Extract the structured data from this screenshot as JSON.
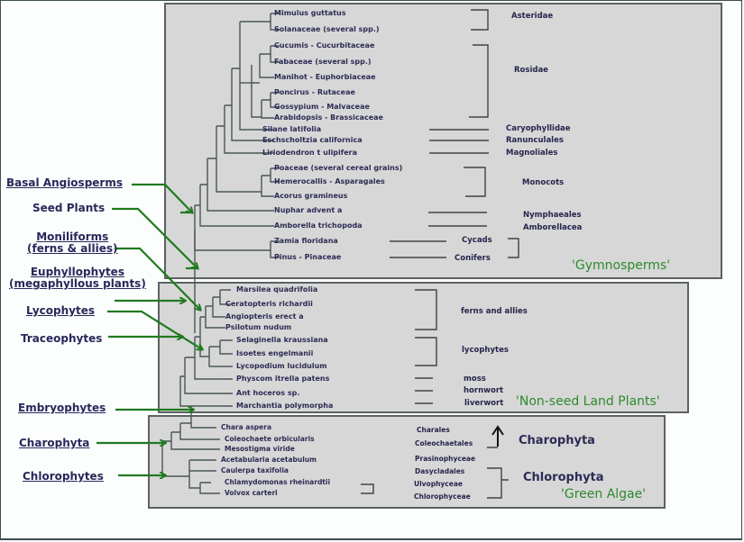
{
  "diagram": {
    "type": "phylogenetic-tree",
    "panels": {
      "gymnosperms_panel_label": "'Gymnosperms'",
      "nonseed_panel_label": "'Non-seed Land Plants'",
      "algae_panel_label": "'Green Algae'"
    },
    "clade_labels": [
      {
        "id": "basal-angiosperms",
        "text": "Basal Angiosperms"
      },
      {
        "id": "seed-plants",
        "text": "Seed Plants"
      },
      {
        "id": "moniliforms",
        "text": "Moniliforms",
        "subtext": "(ferns & allies)"
      },
      {
        "id": "euphyllophytes",
        "text": "Euphyllophytes",
        "subtext": "(megaphyllous plants)"
      },
      {
        "id": "lycophytes",
        "text": "Lycophytes"
      },
      {
        "id": "traceophytes",
        "text": "Traceophytes"
      },
      {
        "id": "embryophytes",
        "text": "Embryophytes"
      },
      {
        "id": "charophyta",
        "text": "Charophyta"
      },
      {
        "id": "chlorophytes",
        "text": "Chlorophytes"
      }
    ],
    "taxa": [
      "Mimulus guttatus",
      "Solanaceae (several spp.)",
      "Cucumis - Cucurbitaceae",
      "Fabaceae (several spp.)",
      "Manihot - Euphorbiaceae",
      "Poncirus - Rutaceae",
      "Gossypium - Malvaceae",
      "Arabidopsis - Brassicaceae",
      "Silane latifolia",
      "Eschscholtzia californica",
      "Liriodendron t ulipifera",
      "Poaceae (several cereal grains)",
      "Hemerocallis - Asparagales",
      "Acorus gramineus",
      "Nuphar advent a",
      "Amborella trichopoda",
      "Zamia floridana",
      "Pinus - Pinaceae",
      "Marsilea quadrifolia",
      "Ceratopteris richardii",
      "Angiopteris erect a",
      "Psilotum nudum",
      "Selaginella kraussiana",
      "Isoetes engelmanii",
      "Lycopodium lucidulum",
      "Physcom itrella patens",
      "Ant hoceros sp.",
      "Marchantia polymorpha",
      "Chara aspera",
      "Coleochaete orbicularis",
      "Mesostigma viride",
      "Acetabularia acetabulum",
      "Caulerpa taxifolia",
      "Chlamydomonas rheinardtii",
      "Volvox carteri"
    ],
    "groups": [
      "Asteridae",
      "Rosidae",
      "Caryophyllidae",
      "Ranunculales",
      "Magnoliales",
      "Monocots",
      "Nymphaeales",
      "Amborellacea",
      "Cycads",
      "Conifers",
      "ferns and allies",
      "lycophytes",
      "moss",
      "hornwort",
      "liverwort",
      "Charales",
      "Coleochaetales",
      "Prasinophyceae",
      "Dasycladales",
      "Ulvophyceae",
      "Chlorophyceae"
    ],
    "big_groups": [
      "Charophyta",
      "Chlorophyta"
    ],
    "colors": {
      "panel_bg": "#d7d7d7",
      "tree_line": "#4a5656",
      "arrow": "#1f7a1f",
      "label_text": "#2b2b55",
      "panel_title": "#2d8a2d"
    }
  }
}
